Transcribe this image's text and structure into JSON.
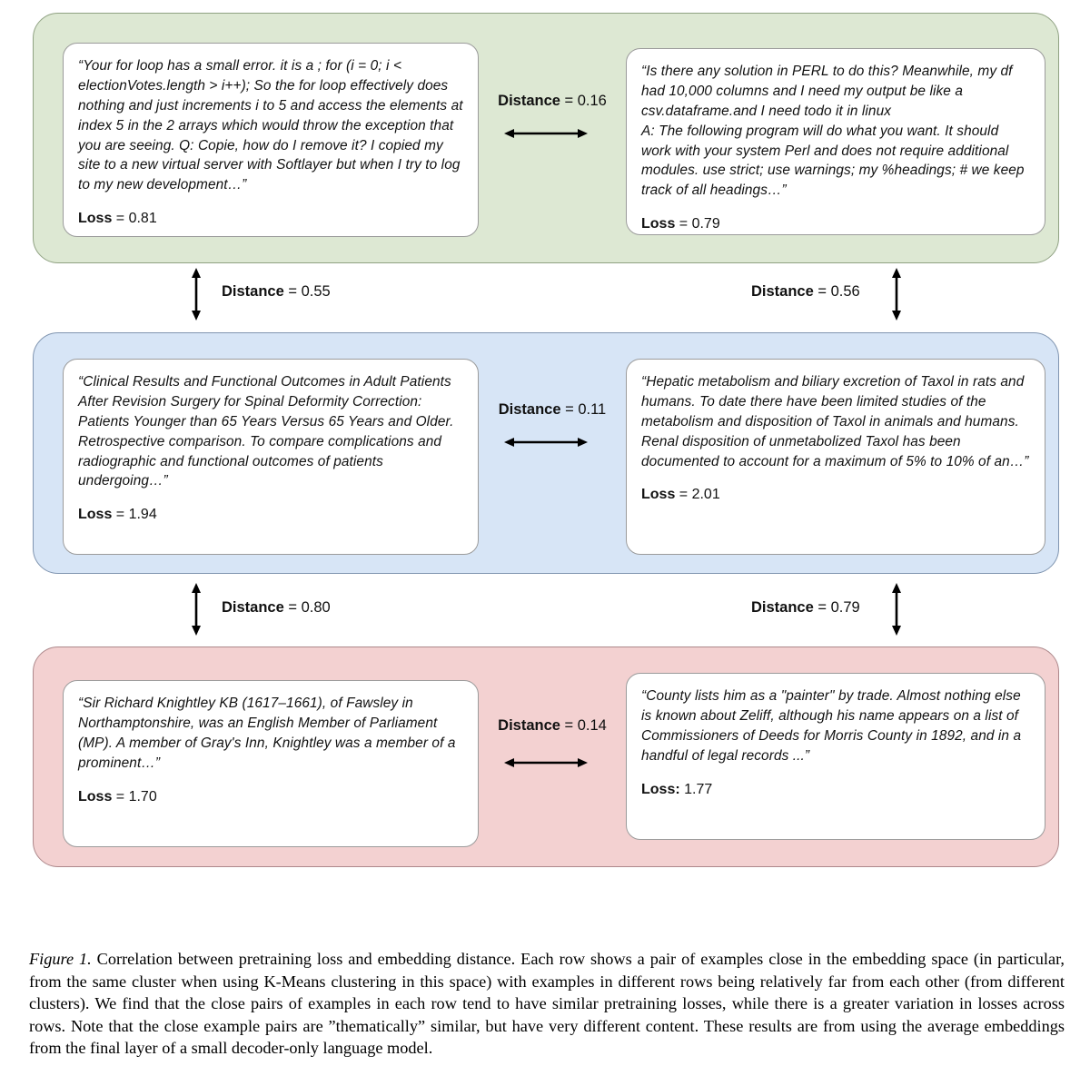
{
  "rows": [
    {
      "colors": {
        "bg": "#dde8d3",
        "border": "#90a283"
      },
      "left": {
        "quote": "“Your for loop has a small error. it is a ; for (i = 0; i < electionVotes.length > i++); So the for loop effectively does nothing and just increments i to 5 and access the elements at index 5 in the 2 arrays which would throw the exception that you are seeing. Q: Copie, how do I remove it? I copied my site to a new virtual server with Softlayer but when I try to log to my new development…”",
        "loss_label": "Loss",
        "loss_value": " = 0.81"
      },
      "distance": {
        "label": "Distance",
        "value": " = 0.16"
      },
      "right": {
        "quote": "“Is there any solution in PERL to do this? Meanwhile, my df had 10,000 columns and I need my output be like a csv.dataframe.and I need todo it in linux\nA: The following program will do what you want. It should work with your system Perl and does not require additional modules. use strict; use warnings; my %headings; # we keep track of all headings…”",
        "loss_label": "Loss",
        "loss_value": " = 0.79"
      }
    },
    {
      "colors": {
        "bg": "#d7e5f6",
        "border": "#8095b0"
      },
      "left": {
        "quote": "“Clinical Results and Functional Outcomes in Adult Patients After Revision Surgery for Spinal Deformity Correction: Patients Younger than 65 Years Versus 65 Years and Older. Retrospective comparison. To compare complications and radiographic and functional outcomes of patients undergoing…”",
        "loss_label": "Loss",
        "loss_value": " = 1.94"
      },
      "distance": {
        "label": "Distance",
        "value": " = 0.11"
      },
      "right": {
        "quote": "“Hepatic metabolism and biliary excretion of Taxol in rats and humans. To date there have been limited studies of the metabolism and disposition of Taxol in animals and humans. Renal disposition of unmetabolized Taxol has been documented to account for a maximum of 5% to 10% of an…”",
        "loss_label": "Loss",
        "loss_value": " = 2.01"
      }
    },
    {
      "colors": {
        "bg": "#f3d1d1",
        "border": "#ad888b"
      },
      "left": {
        "quote": "“Sir Richard Knightley KB (1617–1661), of Fawsley in Northamptonshire, was an English Member of Parliament (MP). A member of Gray's Inn, Knightley was a member of a prominent…”",
        "loss_label": "Loss",
        "loss_value": " = 1.70"
      },
      "distance": {
        "label": "Distance",
        "value": " = 0.14"
      },
      "right": {
        "quote": "“County lists him as a \"painter\" by trade. Almost nothing else is known about Zeliff, although his name appears on a list of Commissioners of Deeds for Morris County in 1892, and in a handful of legal records ...”",
        "loss_label": "Loss:",
        "loss_value": " 1.77"
      }
    }
  ],
  "gaps": [
    {
      "left": {
        "label": "Distance",
        "value": " = 0.55"
      },
      "right": {
        "label": "Distance",
        "value": " = 0.56"
      }
    },
    {
      "left": {
        "label": "Distance",
        "value": " = 0.80"
      },
      "right": {
        "label": "Distance",
        "value": " = 0.79"
      }
    }
  ],
  "caption": {
    "label": "Figure 1.",
    "text": " Correlation between pretraining loss and embedding distance. Each row shows a pair of examples close in the embedding space (in particular, from the same cluster when using K-Means clustering in this space) with examples in different rows being relatively far from each other (from different clusters). We find that the close pairs of examples in each row tend to have similar pretraining losses, while there is a greater variation in losses across rows. Note that the close example pairs are ”thematically” similar, but have very different content. These results are from using the average embeddings from the final layer of a small decoder-only language model."
  }
}
